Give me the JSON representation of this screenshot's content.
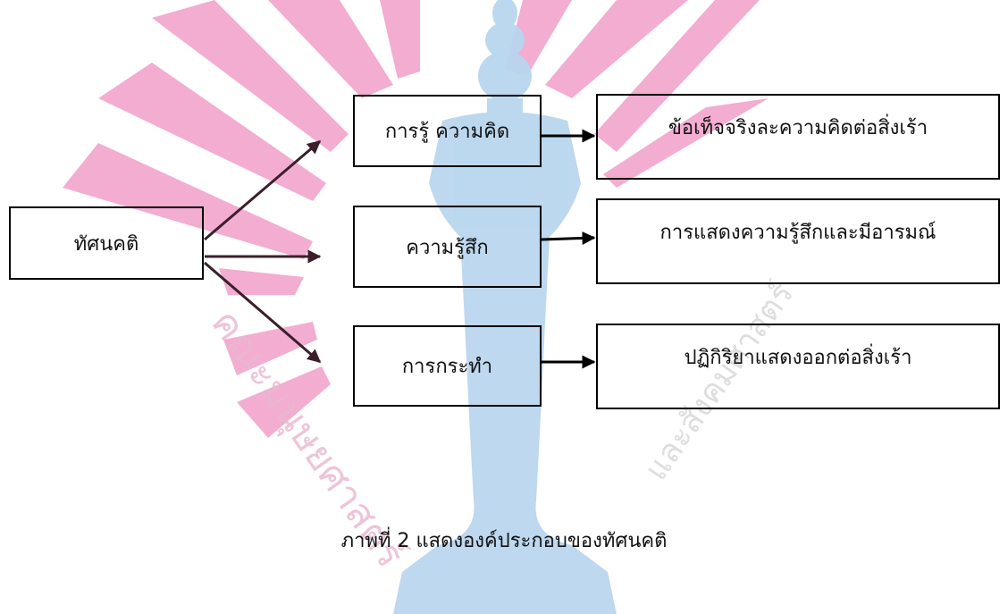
{
  "diagram": {
    "root": "ทัศนคติ",
    "components": [
      "การรู้ ความคิด",
      "ความรู้สึก",
      "การกระทำ"
    ],
    "results": [
      "ข้อเท็จจริงละความคิดต่อสิ่งเร้า",
      "การแสดงความรู้สึกและมีอารมณ์",
      "ปฏิกิริยาแสดงออกต่อสิ่งเร้า"
    ]
  },
  "caption": "ภาพที่ 2 แสดงองค์ประกอบของทัศนคติ",
  "watermark": {
    "left_text": "คณะมนุษยศาสตร์",
    "right_text": "และสังคมศาสตร์",
    "ray_color": "#f29fc9",
    "figure_color": "#b9d6ee",
    "text_color": "#e9b7cf"
  },
  "colors": {
    "arrow_dark": "#3a1f2b",
    "arrow_black": "#000000",
    "border": "#000000"
  }
}
